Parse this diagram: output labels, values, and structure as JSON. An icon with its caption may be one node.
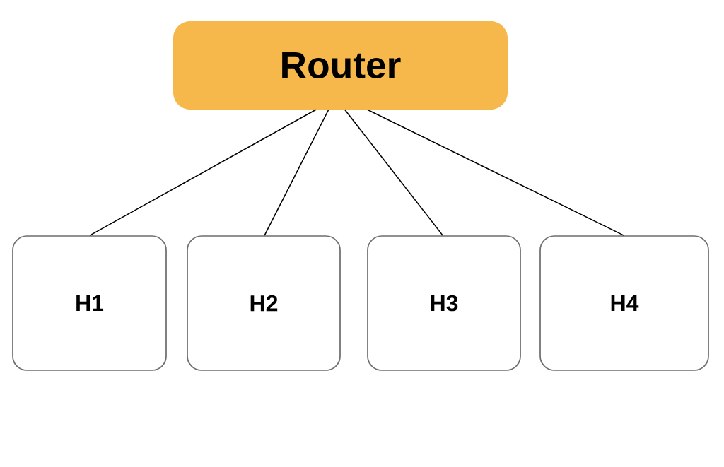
{
  "diagram": {
    "nodes": [
      {
        "text": [
          "Router"
        ]
      },
      {
        "text": [
          "H1"
        ]
      },
      {
        "text": [
          "H2"
        ]
      },
      {
        "text": [
          "H3"
        ]
      },
      {
        "text": [
          "H4"
        ]
      }
    ],
    "edges": [
      {
        "from": 0,
        "to": 1,
        "arrow": "none"
      },
      {
        "from": 0,
        "to": 2,
        "arrow": "none"
      },
      {
        "from": 0,
        "to": 3,
        "arrow": "none"
      },
      {
        "from": 0,
        "to": 4,
        "arrow": "none"
      }
    ]
  }
}
